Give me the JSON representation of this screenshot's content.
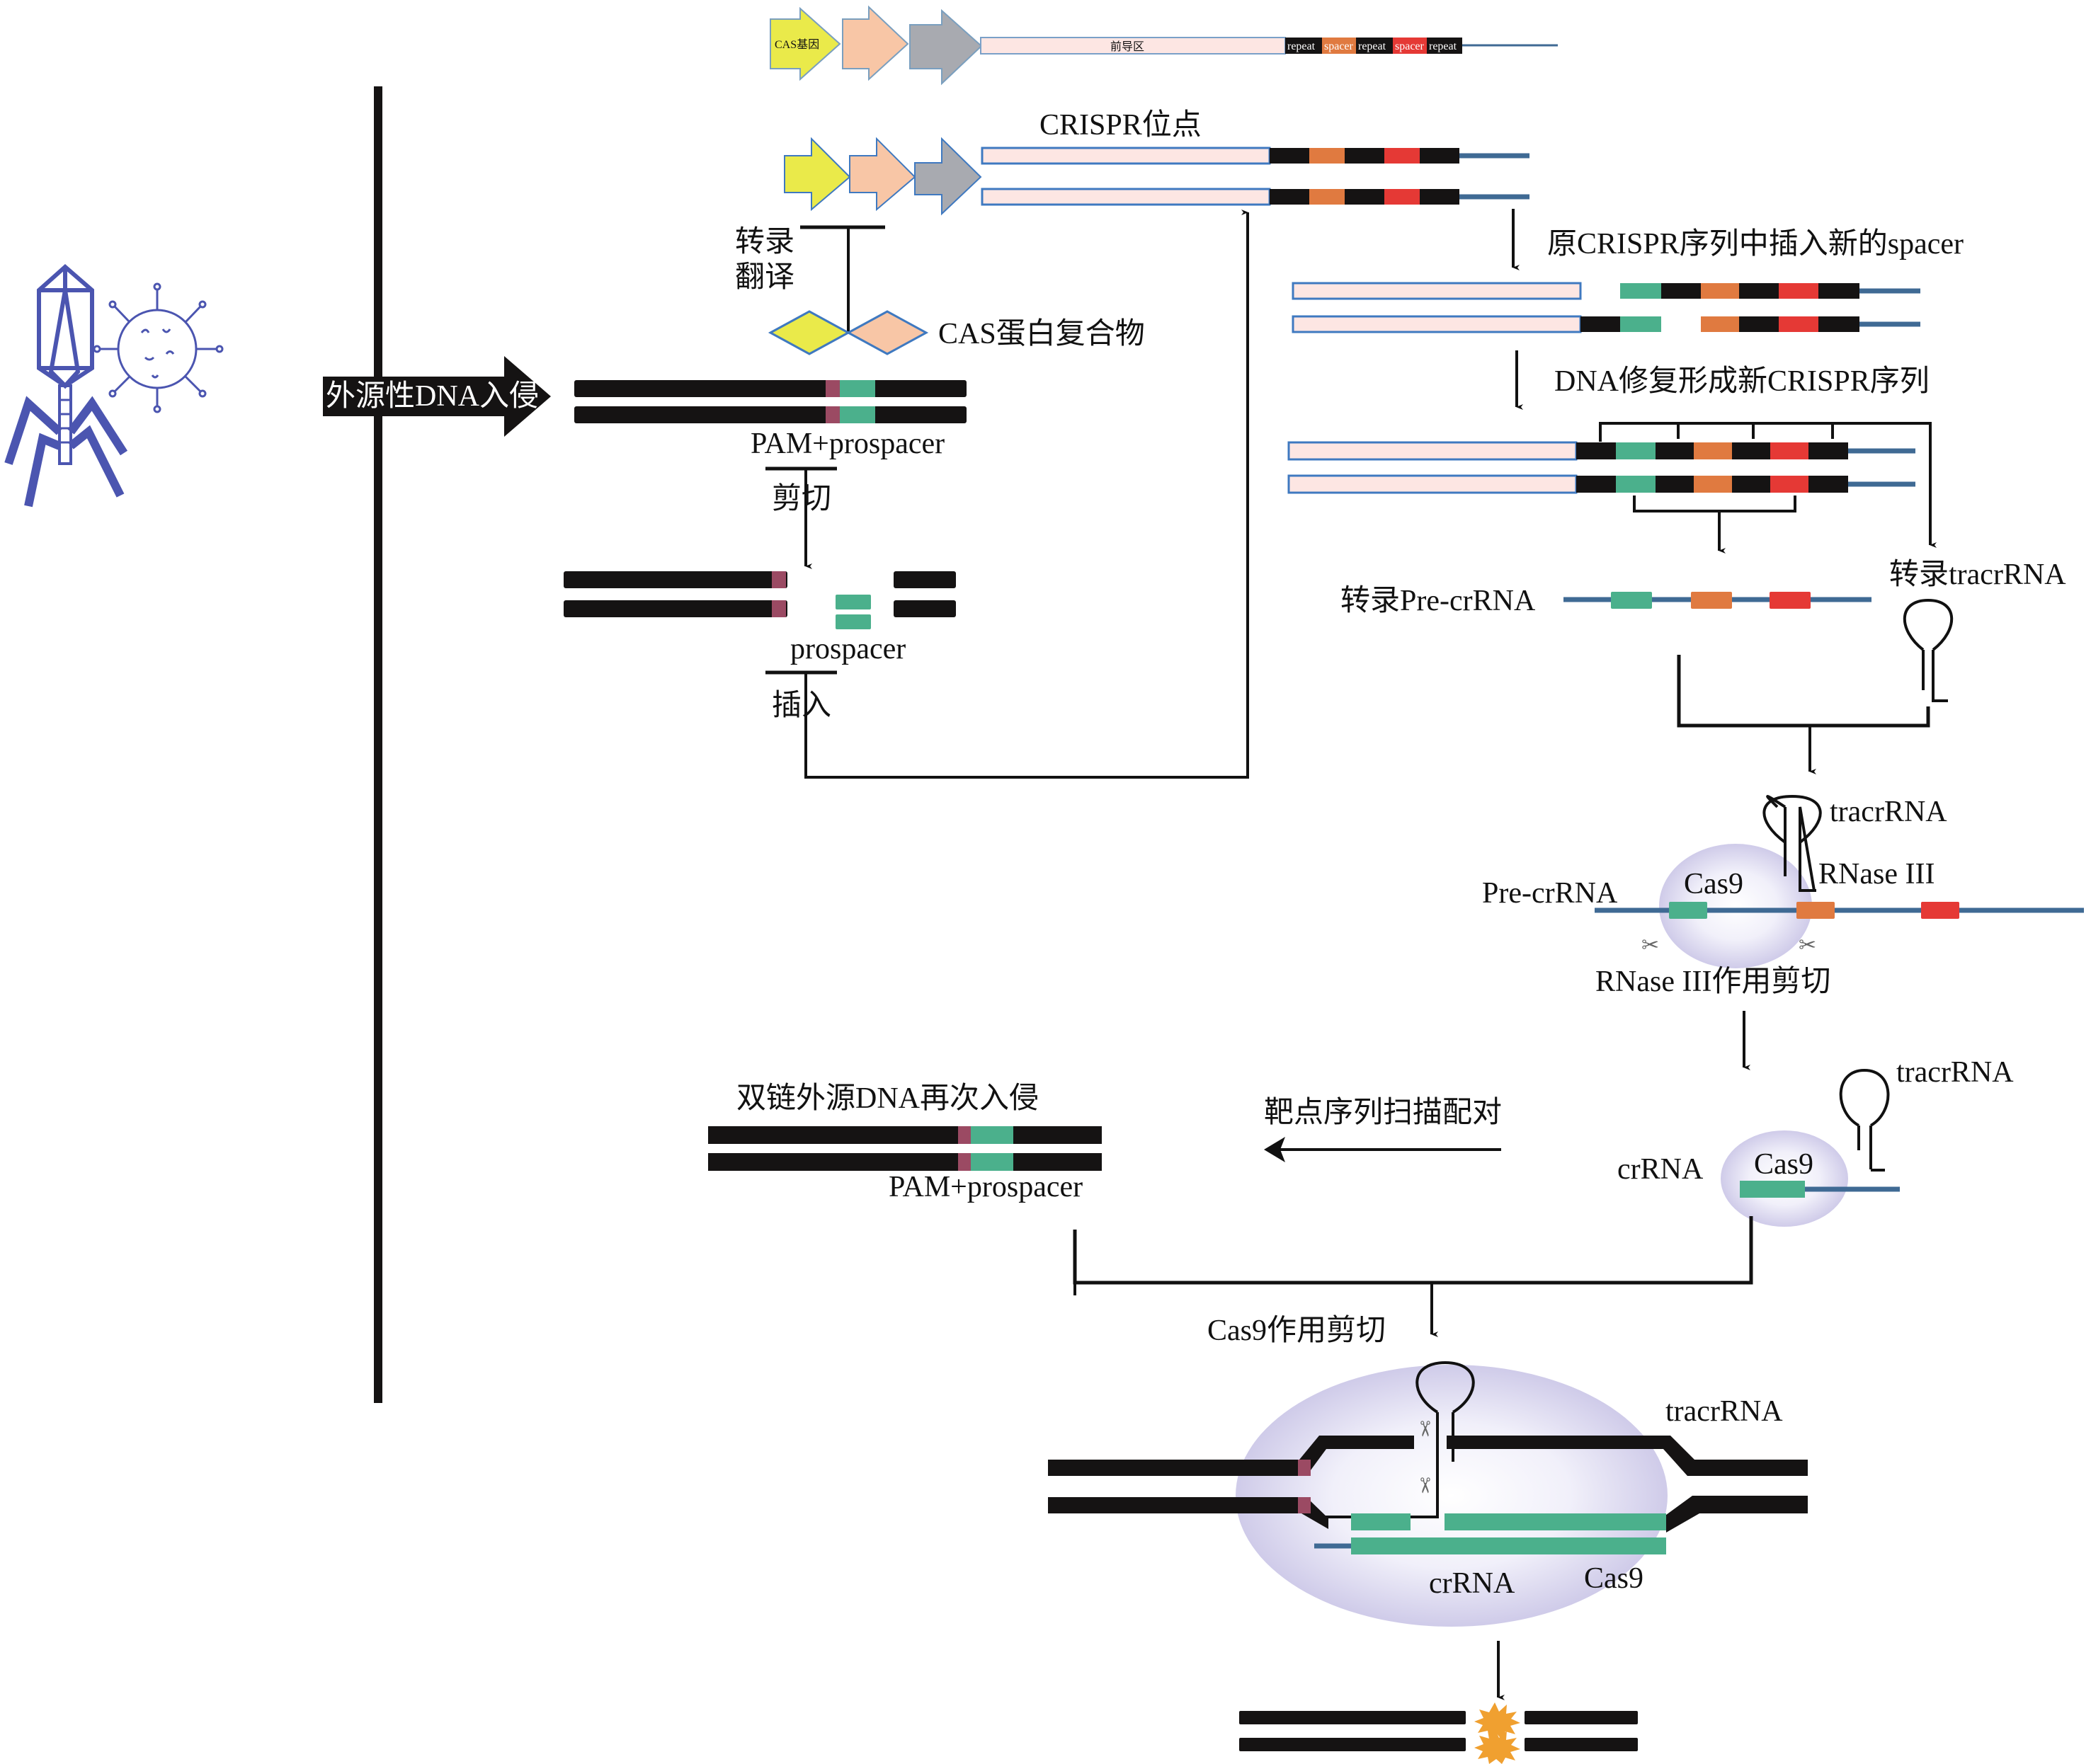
{
  "colors": {
    "repeat": "#151313",
    "spacer_green": "#4bb08c",
    "spacer_orange": "#e07a40",
    "spacer_red": "#e53935",
    "pam": "#9b4a63",
    "rna_backbone": "#3f6a94",
    "leader_fill": "#fde6e3",
    "leader_border": "#3f79c0",
    "cas_yellow": "#eaea4a",
    "cas_peach": "#f8c6a6",
    "cas_gray": "#a8aab0",
    "phage_blue": "#4b55b0",
    "cas9_protein": "#d8d6ef",
    "cut_burst": "#f0a030"
  },
  "legend_bar": {
    "cas_gene_label": "CAS基因",
    "leader_label": "前导区",
    "segments": [
      "repeat",
      "spacer",
      "repeat",
      "spacer",
      "repeat"
    ]
  },
  "labels": {
    "crispr_locus": "CRISPR位点",
    "transcribe": "转录",
    "translate": "翻译",
    "cas_complex": "CAS蛋白复合物",
    "foreign_dna_invasion": "外源性DNA入侵",
    "pam_prospacer_1": "PAM+prospacer",
    "cut": "剪切",
    "prospacer": "prospacer",
    "insert": "插入",
    "insert_new_spacer": "原CRISPR序列中插入新的spacer",
    "dna_repair": "DNA修复形成新CRISPR序列",
    "transcribe_pre_crrna": "转录Pre-crRNA",
    "transcribe_tracrrna": "转录tracrRNA",
    "tracrrna_1": "tracrRNA",
    "rnase_iii": "RNase III",
    "pre_crrna": "Pre-crRNA",
    "cas9_1": "Cas9",
    "rnase_iii_cut": "RNase III作用剪切",
    "tracrrna_2": "tracrRNA",
    "crrna_1": "crRNA",
    "cas9_2": "Cas9",
    "target_scan": "靶点序列扫描配对",
    "reinvasion": "双链外源DNA再次入侵",
    "pam_prospacer_2": "PAM+prospacer",
    "cas9_cut": "Cas9作用剪切",
    "tracrrna_3": "tracrRNA",
    "crrna_2": "crRNA",
    "cas9_3": "Cas9"
  }
}
